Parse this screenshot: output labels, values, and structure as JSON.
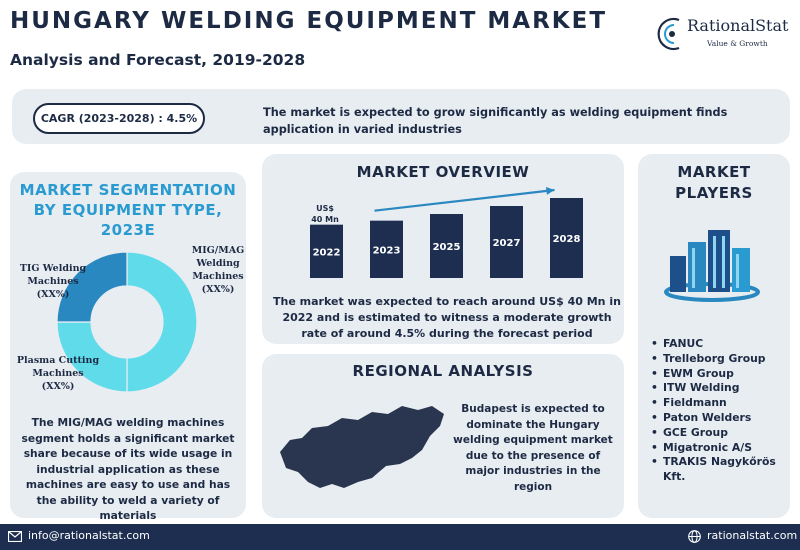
{
  "header": {
    "title": "HUNGARY WELDING EQUIPMENT MARKET",
    "subtitle": "Analysis and Forecast, 2019-2028"
  },
  "logo": {
    "name": "RationalStat",
    "tagline": "Value & Growth"
  },
  "summary": {
    "cagr": "CAGR (2023-2028) : 4.5%",
    "text": "The market is expected to grow significantly as welding equipment finds application in varied industries"
  },
  "segmentation": {
    "title": "MARKET SEGMENTATION BY  EQUIPMENT TYPE, 2023E",
    "labels": {
      "mig": [
        "MIG/MAG",
        "Welding",
        "Machines",
        "(XX%)"
      ],
      "tig": [
        "TIG Welding",
        "Machines",
        "(XX%)"
      ],
      "plasma": [
        "Plasma Cutting",
        "Machines",
        "(XX%)"
      ]
    },
    "text": "The MIG/MAG welding machines segment holds a significant market share because of its wide usage in industrial application as these machines are easy to use and has the ability to weld a variety of materials"
  },
  "overview": {
    "title": "MARKET OVERVIEW",
    "first_bar_note": [
      "US$",
      "40 Mn"
    ],
    "text": "The market was expected to reach around US$ 40 Mn in 2022 and is estimated to witness a moderate growth rate of around 4.5% during the forecast period"
  },
  "regional": {
    "title": "REGIONAL ANALYSIS",
    "text": "Budapest is expected to dominate the Hungary welding equipment market due to the presence of major industries in the region"
  },
  "players": {
    "title": "MARKET PLAYERS",
    "items": [
      "FANUC",
      "Trelleborg Group",
      "EWM Group",
      "ITW Welding",
      "Fieldmann",
      "Paton Welders",
      "GCE Group",
      "Migatronic A/S",
      "TRAKIS Nagykőrös Kft."
    ]
  },
  "footer": {
    "email": "info@rationalstat.com",
    "website": "rationalstat.com"
  },
  "colors": {
    "navy": "#1d2a44",
    "panel": "#e8edf2",
    "accent_blue": "#2a9bd0",
    "cyan_light": "#5fdbea",
    "steel_blue": "#2a88c0",
    "bar_navy": "#1d2e50",
    "footer": "#1d2e50"
  },
  "chart_data": [
    {
      "type": "bar",
      "categories": [
        "2022",
        "2023",
        "2025",
        "2027",
        "2028"
      ],
      "values": [
        40,
        43,
        48,
        54,
        60
      ],
      "data_labels": [
        "US$ 40 Mn"
      ],
      "title": "MARKET OVERVIEW",
      "xlabel": "",
      "ylabel": "",
      "ylim": [
        0,
        60
      ],
      "trend_arrow": true
    },
    {
      "type": "pie",
      "donut": true,
      "categories": [
        "MIG/MAG Welding Machines",
        "Plasma Cutting Machines",
        "TIG Welding Machines"
      ],
      "values": [
        50,
        25,
        25
      ],
      "title": "MARKET SEGMENTATION BY  EQUIPMENT TYPE, 2023E"
    }
  ]
}
